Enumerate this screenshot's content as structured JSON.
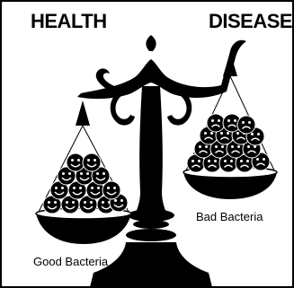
{
  "illustration": {
    "left_heading": "HEALTH",
    "right_heading": "DISEASE",
    "left_pan_caption": "Good Bacteria",
    "right_pan_caption": "Bad Bacteria",
    "left_pan_count": 14,
    "right_pan_count": 16
  },
  "colors": {
    "ink": "#000000",
    "background": "#ffffff",
    "border": "#000000"
  },
  "icons": {
    "bacteria": "smiley-face-icon",
    "frame": "balance-scale-icon"
  }
}
